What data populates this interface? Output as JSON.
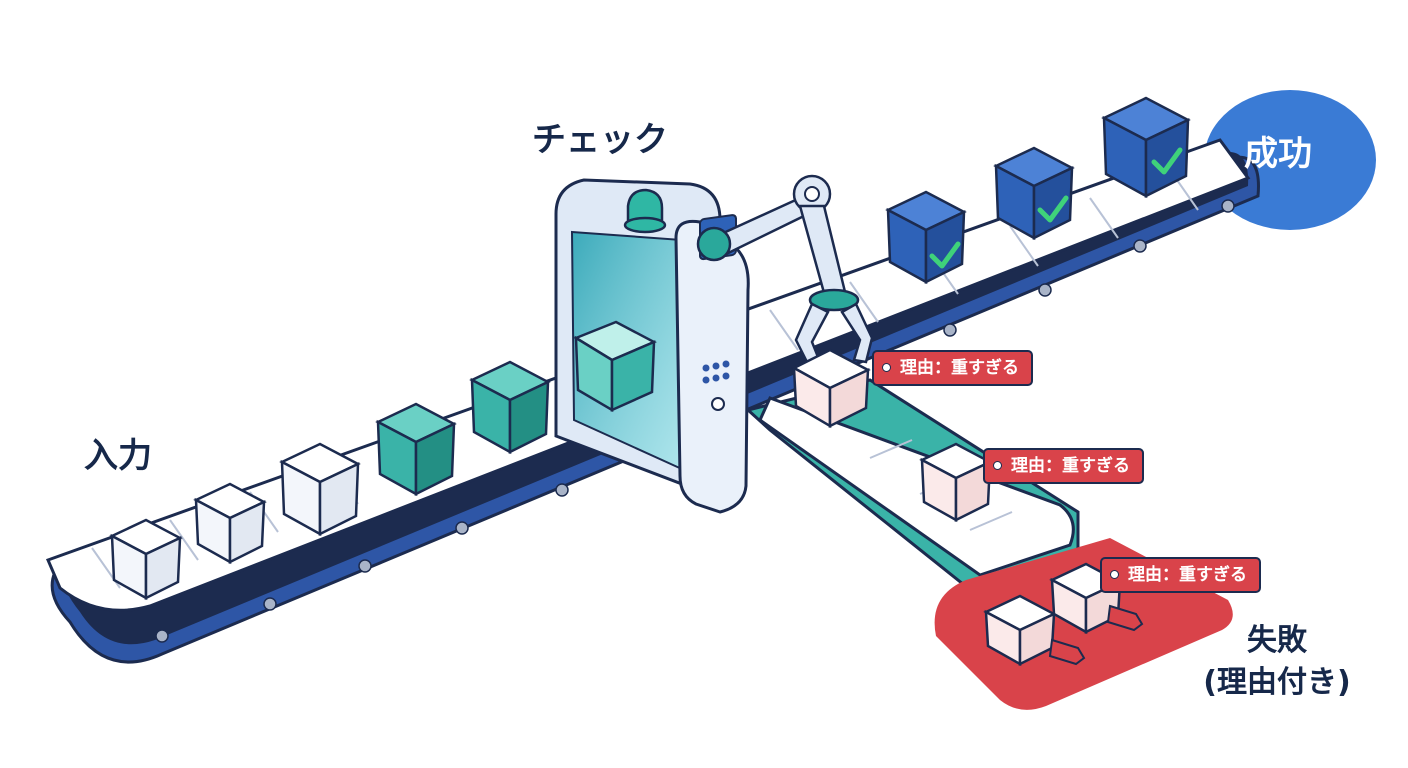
{
  "labels": {
    "input": "入力",
    "check": "チェック",
    "success": "成功",
    "fail_line1": "失敗",
    "fail_line2": "(理由付き)"
  },
  "reject_tags": [
    {
      "text": "理由：重すぎる"
    },
    {
      "text": "理由：重すぎる"
    },
    {
      "text": "理由：重すぎる"
    }
  ],
  "colors": {
    "outline": "#1c2b4f",
    "belt_blue": "#2e56a6",
    "belt_teal": "#3ab3a8",
    "success_blue": "#3a7bd5",
    "fail_red": "#d9434a",
    "check_green": "#3fd27a",
    "cube_white": "#f3f6fb",
    "cube_teal": "#2aa89b",
    "cube_pink": "#fbeaea"
  }
}
